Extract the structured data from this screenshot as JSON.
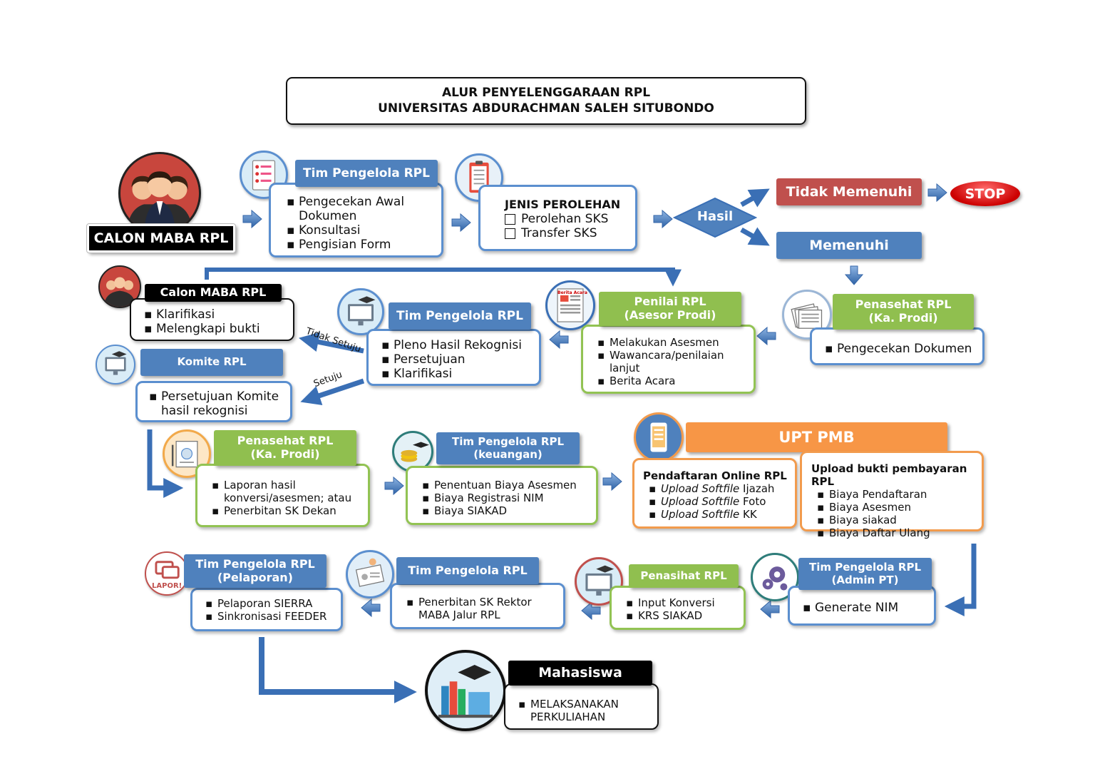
{
  "title": {
    "line1": "ALUR PENYELENGGARAAN RPL",
    "line2": "UNIVERSITAS ABDURACHMAN SALEH SITUBONDO"
  },
  "row1": {
    "calon_maba": "CALON MABA RPL",
    "tim_pengelola": {
      "header": "Tim Pengelola RPL",
      "items": [
        "Pengecekan Awal Dokumen",
        "Konsultasi",
        "Pengisian Form"
      ]
    },
    "jenis_perolehan": {
      "title": "JENIS PEROLEHAN",
      "options": [
        "Perolehan SKS",
        "Transfer SKS"
      ]
    },
    "hasil": "Hasil",
    "tidak_memenuhi": "Tidak Memenuhi",
    "stop": "STOP",
    "memenuhi": "Memenuhi"
  },
  "row2": {
    "calon_maba": {
      "header": "Calon MABA RPL",
      "items": [
        "Klarifikasi",
        "Melengkapi bukti"
      ]
    },
    "komite": {
      "header": "Komite RPL",
      "items": [
        "Persetujuan Komite hasil rekognisi"
      ]
    },
    "tidak_setuju": "Tidak Setuju",
    "setuju": "Setuju",
    "tim_pengelola": {
      "header": "Tim Pengelola RPL",
      "items": [
        "Pleno Hasil Rekognisi",
        "Persetujuan",
        "Klarifikasi"
      ]
    },
    "penilai": {
      "header_line1": "Penilai RPL",
      "header_line2": "(Asesor Prodi)",
      "items": [
        "Melakukan Asesmen",
        "Wawancara/penilaian lanjut",
        "Berita Acara"
      ]
    },
    "berita_acara_icon_label": "Berita Acara",
    "penasehat": {
      "header_line1": "Penasehat RPL",
      "header_line2": "(Ka. Prodi)",
      "items": [
        "Pengecekan Dokumen"
      ]
    }
  },
  "row3": {
    "penasehat": {
      "header_line1": "Penasehat RPL",
      "header_line2": "(Ka. Prodi)",
      "items": [
        "Laporan hasil konversi/asesmen; atau",
        "Penerbitan SK Dekan"
      ]
    },
    "keuangan": {
      "header_line1": "Tim Pengelola RPL",
      "header_line2": "(keuangan)",
      "items": [
        "Penentuan Biaya Asesmen",
        "Biaya Registrasi NIM",
        "Biaya SIAKAD"
      ]
    },
    "upt_pmb": "UPT PMB",
    "pendaftaran": {
      "title": "Pendaftaran Online RPL",
      "items": [
        {
          "italic": "Upload Softfile",
          "rest": " Ijazah"
        },
        {
          "italic": "Upload Softfile",
          "rest": " Foto"
        },
        {
          "italic": "Upload Softfile",
          "rest": " KK"
        }
      ]
    },
    "upload_bukti": {
      "title": "Upload bukti pembayaran RPL",
      "items": [
        "Biaya Pendaftaran",
        "Biaya Asesmen",
        "Biaya siakad",
        "Biaya Daftar Ulang"
      ]
    }
  },
  "row4": {
    "pelaporan": {
      "header_line1": "Tim Pengelola RPL",
      "header_line2": "(Pelaporan)",
      "items": [
        "Pelaporan SIERRA",
        "Sinkronisasi FEEDER"
      ]
    },
    "lapor_icon_label": "LAPOR!",
    "sk_rektor": {
      "header": "Tim Pengelola RPL",
      "items": [
        "Penerbitan SK Rektor MABA Jalur RPL"
      ]
    },
    "penasihat": {
      "header": "Penasihat RPL",
      "items": [
        "Input Konversi",
        "KRS SIAKAD"
      ]
    },
    "admin_pt": {
      "header_line1": "Tim Pengelola RPL",
      "header_line2": "(Admin PT)",
      "items": [
        "Generate NIM"
      ]
    }
  },
  "final": {
    "header": "Mahasiswa",
    "items": [
      "MELAKSANAKAN PERKULIAHAN"
    ]
  },
  "colors": {
    "blue_header": "#4f81bd",
    "blue_border": "#5b8fcf",
    "green_header": "#90bf4f",
    "orange": "#f79646",
    "red": "#c0504d",
    "black": "#000000"
  }
}
